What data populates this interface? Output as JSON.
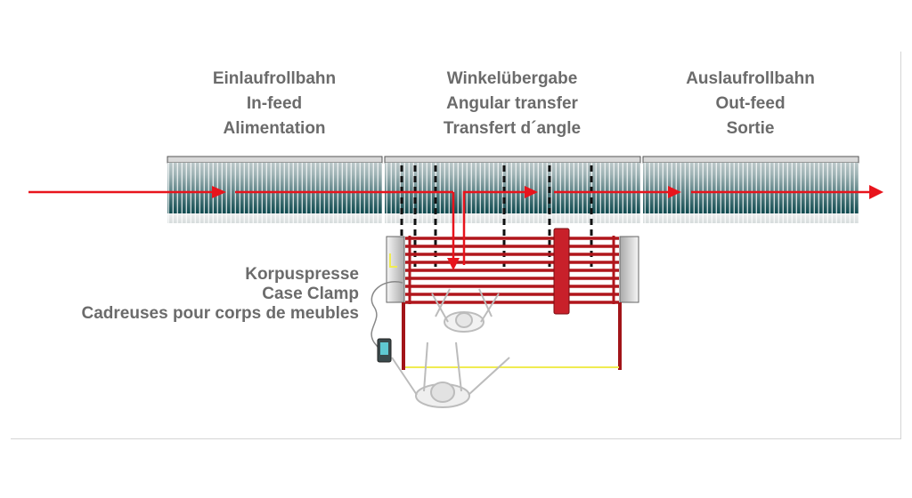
{
  "sections": [
    {
      "id": "infeed",
      "title_de": "Einlaufrollbahn",
      "title_en": "In-feed",
      "title_fr": "Alimentation"
    },
    {
      "id": "angular",
      "title_de": "Winkelübergabe",
      "title_en": "Angular transfer",
      "title_fr": "Transfert d´angle"
    },
    {
      "id": "outfeed",
      "title_de": "Auslaufrollbahn",
      "title_en": "Out-feed",
      "title_fr": "Sortie"
    }
  ],
  "station": {
    "title_de": "Korpuspresse",
    "title_en": "Case Clamp",
    "title_fr": "Cadreuses pour corps de meubles"
  },
  "colors": {
    "flow_arrow": "#e8141c",
    "conveyor_top": "#e3e3e3",
    "conveyor_bottom": "#0f4a4f",
    "clamp_bar": "#b0161c",
    "label_text": "#6b6b6b",
    "sensor_line": "#f0ec52"
  }
}
